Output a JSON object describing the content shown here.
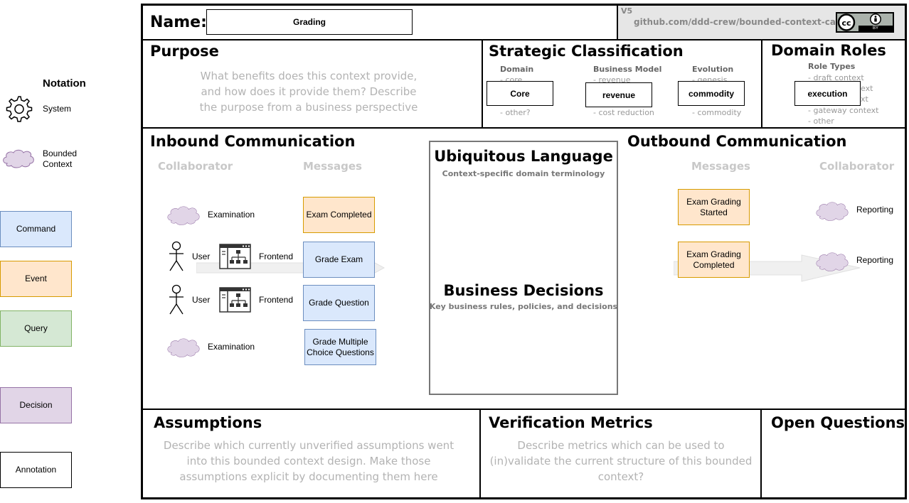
{
  "notation": {
    "title": "Notation",
    "system_label": "System",
    "bounded_context_label": "Bounded\nContext",
    "command": "Command",
    "event": "Event",
    "query": "Query",
    "decision": "Decision",
    "annotation": "Annotation"
  },
  "header": {
    "name_label": "Name:",
    "name_value": "Grading",
    "version": "V5",
    "link": "github.com/ddd-crew/bounded-context-canvas",
    "license_icon": "cc-by-icon",
    "license_text": "BY"
  },
  "purpose": {
    "title": "Purpose",
    "hint": "What benefits does this context provide,\nand how does it provide them? Describe\nthe purpose from a business perspective"
  },
  "strategic": {
    "title": "Strategic Classification",
    "domain_label": "Domain",
    "domain_hint_top": "- core",
    "domain_value": "Core",
    "domain_hint_bottom": "- other?",
    "business_label": "Business Model",
    "business_hint_top": "- revenue",
    "business_value": "revenue",
    "business_hint_bottom": "- cost reduction",
    "evolution_label": "Evolution",
    "evolution_hint_top": "- genesis",
    "evolution_value": "commodity",
    "evolution_hint_bottom": "- commodity"
  },
  "domain_roles": {
    "title": "Domain Roles",
    "role_types_label": "Role Types",
    "items": [
      "- draft context",
      "ext",
      "xt",
      "- gateway context",
      "- other"
    ],
    "value": "execution"
  },
  "inbound": {
    "title": "Inbound Communication",
    "collaborator_header": "Collaborator",
    "messages_header": "Messages",
    "rows": [
      {
        "collaborator": "Examination",
        "message": "Exam Completed"
      },
      {
        "actor": "User",
        "system": "Frontend",
        "message": "Grade Exam"
      },
      {
        "actor": "User",
        "system": "Frontend",
        "message": "Grade Question"
      },
      {
        "collaborator": "Examination",
        "message": "Grade Multiple\nChoice Questions"
      }
    ]
  },
  "ubiquitous": {
    "title": "Ubiquitous Language",
    "subtitle": "Context-specific domain terminology",
    "decisions_title": "Business Decisions",
    "decisions_subtitle": "Key business rules, policies, and decisions"
  },
  "outbound": {
    "title": "Outbound Communication",
    "messages_header": "Messages",
    "collaborator_header": "Collaborator",
    "rows": [
      {
        "message": "Exam Grading\nStarted",
        "collaborator": "Reporting"
      },
      {
        "message": "Exam Grading\nCompleted",
        "collaborator": "Reporting"
      }
    ]
  },
  "assumptions": {
    "title": "Assumptions",
    "hint": "Describe which currently unverified assumptions went\ninto this bounded context design. Make those\nassumptions explicit by documenting them here"
  },
  "metrics": {
    "title": "Verification Metrics",
    "hint": "Describe metrics which can be used to\n(in)validate the current structure of this bounded\ncontext?"
  },
  "questions": {
    "title": "Open Questions"
  },
  "colors": {
    "command": "#dae8fc",
    "event": "#ffe6cc",
    "query": "#d5e8d4",
    "decision": "#e1d5e7",
    "bounded_context": "#e1d5e7"
  }
}
